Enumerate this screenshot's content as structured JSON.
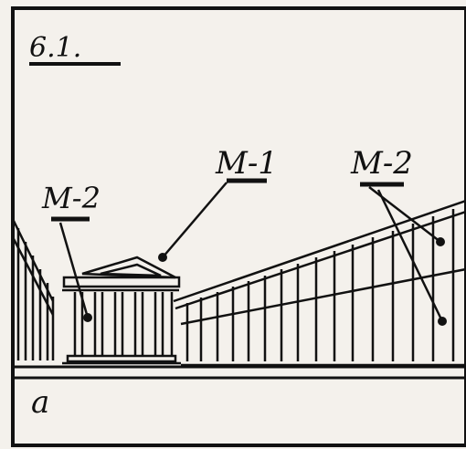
{
  "figure": {
    "number": "6.1.",
    "panel_label": "a",
    "labels": {
      "left_m2": "M-2",
      "center_m1": "M-1",
      "right_m2": "M-2"
    }
  },
  "colors": {
    "ink": "#111111",
    "paper": "#f4f1ec"
  }
}
